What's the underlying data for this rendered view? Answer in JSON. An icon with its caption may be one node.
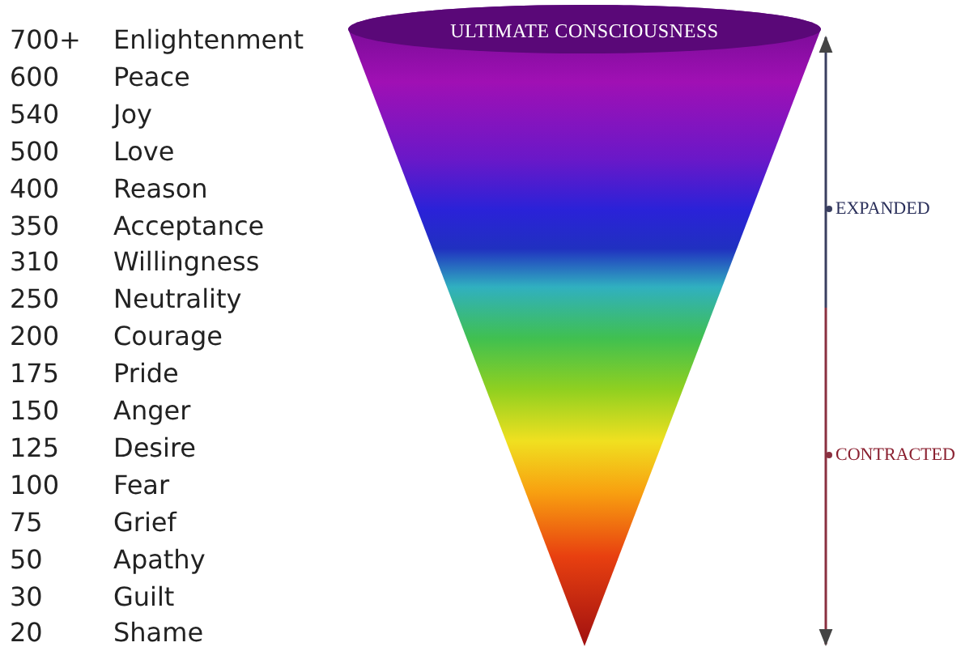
{
  "diagram": {
    "nodes": [
      {
        "text": [
          "ULTIMATE CONSCIOUSNESS"
        ]
      }
    ],
    "edges": [],
    "labels": [
      "700+",
      "Enlightenment",
      "600",
      "Peace",
      "540",
      "Joy",
      "500",
      "Love",
      "400",
      "Reason",
      "350",
      "Acceptance",
      "310",
      "Willingness",
      "250",
      "Neutrality",
      "200",
      "Courage",
      "175",
      "Pride",
      "150",
      "Anger",
      "125",
      "Desire",
      "100",
      "Fear",
      "75",
      "Grief",
      "50",
      "Apathy",
      "30",
      "Guilt",
      "20",
      "Shame",
      "EXPANDED",
      "CONTRACTED"
    ]
  }
}
